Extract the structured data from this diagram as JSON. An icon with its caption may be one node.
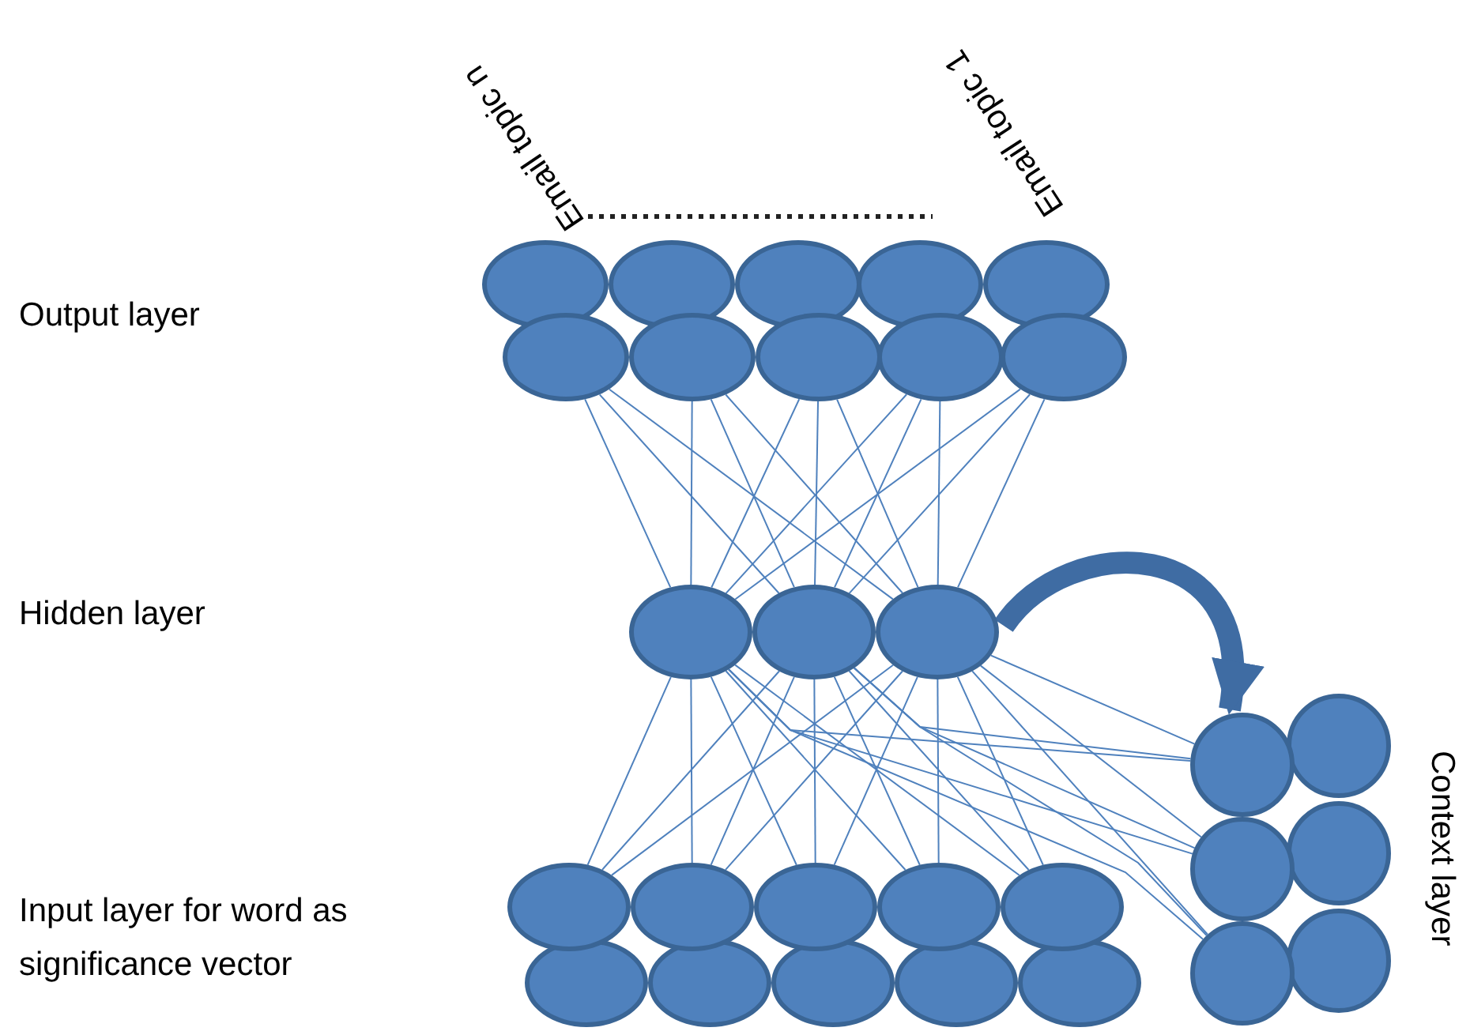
{
  "diagram": {
    "nodes": [
      {
        "text": [],
        "shape": "circle"
      },
      {
        "text": [],
        "shape": "circle"
      },
      {
        "text": [],
        "shape": "circle"
      },
      {
        "text": [],
        "shape": "circle"
      },
      {
        "text": [],
        "shape": "circle"
      },
      {
        "text": [],
        "shape": "circle"
      },
      {
        "text": [],
        "shape": "circle"
      },
      {
        "text": [],
        "shape": "circle"
      },
      {
        "text": [],
        "shape": "circle"
      },
      {
        "text": [],
        "shape": "circle"
      },
      {
        "text": [],
        "shape": "circle"
      },
      {
        "text": [],
        "shape": "circle"
      },
      {
        "text": [],
        "shape": "circle"
      },
      {
        "text": [],
        "shape": "circle"
      },
      {
        "text": [],
        "shape": "circle"
      },
      {
        "text": [],
        "shape": "circle"
      },
      {
        "text": [],
        "shape": "circle"
      },
      {
        "text": [],
        "shape": "circle"
      },
      {
        "text": [],
        "shape": "circle"
      },
      {
        "text": [],
        "shape": "circle"
      },
      {
        "text": [],
        "shape": "circle"
      },
      {
        "text": [],
        "shape": "circle"
      },
      {
        "text": [],
        "shape": "circle"
      },
      {
        "text": [],
        "shape": "circle"
      },
      {
        "text": [],
        "shape": "circle"
      },
      {
        "text": [],
        "shape": "circle"
      },
      {
        "text": [],
        "shape": "circle"
      },
      {
        "text": [],
        "shape": "circle"
      },
      {
        "text": [],
        "shape": "circle"
      }
    ],
    "edges": [
      {
        "from": 10,
        "to": 5,
        "arrow": "none"
      },
      {
        "from": 10,
        "to": 6,
        "arrow": "none"
      },
      {
        "from": 10,
        "to": 7,
        "arrow": "none"
      },
      {
        "from": 10,
        "to": 8,
        "arrow": "none"
      },
      {
        "from": 10,
        "to": 9,
        "arrow": "none"
      },
      {
        "from": 11,
        "to": 5,
        "arrow": "none"
      },
      {
        "from": 11,
        "to": 6,
        "arrow": "none"
      },
      {
        "from": 11,
        "to": 7,
        "arrow": "none"
      },
      {
        "from": 11,
        "to": 8,
        "arrow": "none"
      },
      {
        "from": 11,
        "to": 9,
        "arrow": "none"
      },
      {
        "from": 12,
        "to": 5,
        "arrow": "none"
      },
      {
        "from": 12,
        "to": 6,
        "arrow": "none"
      },
      {
        "from": 12,
        "to": 7,
        "arrow": "none"
      },
      {
        "from": 12,
        "to": 8,
        "arrow": "none"
      },
      {
        "from": 12,
        "to": 9,
        "arrow": "none"
      },
      {
        "from": 10,
        "to": 13,
        "arrow": "none"
      },
      {
        "from": 10,
        "to": 14,
        "arrow": "none"
      },
      {
        "from": 10,
        "to": 15,
        "arrow": "none"
      },
      {
        "from": 10,
        "to": 16,
        "arrow": "none"
      },
      {
        "from": 10,
        "to": 17,
        "arrow": "none"
      },
      {
        "from": 11,
        "to": 13,
        "arrow": "none"
      },
      {
        "from": 11,
        "to": 14,
        "arrow": "none"
      },
      {
        "from": 11,
        "to": 15,
        "arrow": "none"
      },
      {
        "from": 11,
        "to": 16,
        "arrow": "none"
      },
      {
        "from": 11,
        "to": 17,
        "arrow": "none"
      },
      {
        "from": 12,
        "to": 13,
        "arrow": "none"
      },
      {
        "from": 12,
        "to": 14,
        "arrow": "none"
      },
      {
        "from": 12,
        "to": 15,
        "arrow": "none"
      },
      {
        "from": 12,
        "to": 16,
        "arrow": "none"
      },
      {
        "from": 12,
        "to": 17,
        "arrow": "none"
      },
      {
        "from": 10,
        "to": 23,
        "arrow": "none"
      },
      {
        "from": 10,
        "to": 24,
        "arrow": "none"
      },
      {
        "from": 10,
        "to": 25,
        "arrow": "none"
      },
      {
        "from": 11,
        "to": 23,
        "arrow": "none"
      },
      {
        "from": 11,
        "to": 24,
        "arrow": "none"
      },
      {
        "from": 11,
        "to": 25,
        "arrow": "none"
      },
      {
        "from": 12,
        "to": 23,
        "arrow": "none"
      },
      {
        "from": 12,
        "to": 24,
        "arrow": "none"
      },
      {
        "from": 12,
        "to": 25,
        "arrow": "none"
      },
      {
        "from": 12,
        "to": 23,
        "arrow": "to",
        "style": "thick",
        "color": "#3f6ca3"
      }
    ],
    "labels": [
      "Email topic n",
      "Email topic 1",
      "Output layer",
      "Hidden layer",
      "Input layer for word as significance vector",
      "Context layer"
    ]
  }
}
